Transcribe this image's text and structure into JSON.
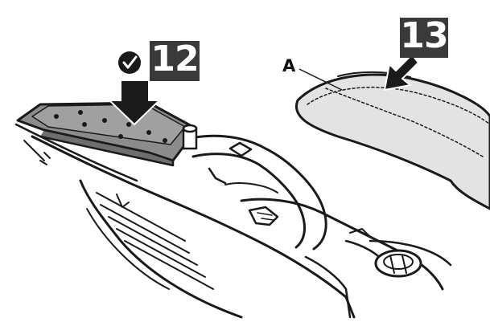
{
  "steps": {
    "first": {
      "number": "12",
      "status_icon": "checkmark-circle-icon",
      "arrow_icon": "down-arrow-icon"
    },
    "second": {
      "number": "13",
      "arrow_icon": "diagonal-arrow-icon"
    }
  },
  "callouts": {
    "a": "A"
  },
  "colors": {
    "ink": "#1a1a1a",
    "badge": "#3a3a3a",
    "plate_fill": "#8c8c8c",
    "seat_fill": "#e3e3e3",
    "panel_fill": "#f7f7f7"
  }
}
